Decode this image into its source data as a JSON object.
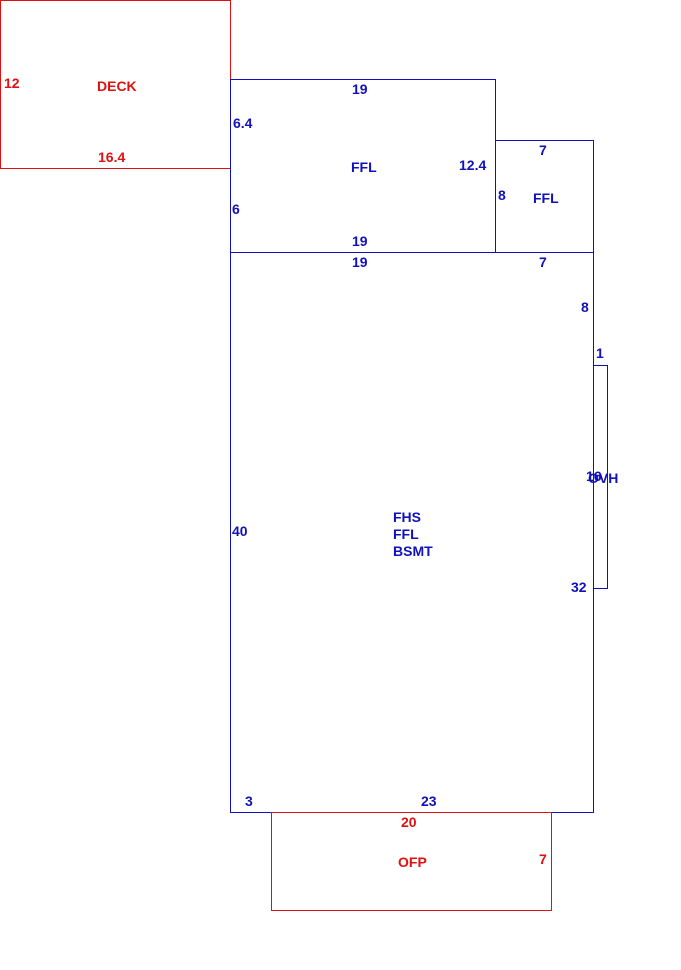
{
  "colors": {
    "primary": "#1111bb",
    "accent": "#dd1111",
    "background": "#ffffff"
  },
  "areas": {
    "deck": {
      "label": "DECK",
      "dims": {
        "left": "12",
        "bottom": "16.4"
      }
    },
    "ffl_upper": {
      "label": "FFL",
      "dims": {
        "top": "19",
        "left_upper": "6.4",
        "left_lower": "6",
        "right": "12.4",
        "bottom": "19"
      }
    },
    "ffl_small": {
      "label": "FFL",
      "dims": {
        "top": "7",
        "left": "8"
      }
    },
    "main": {
      "labels": [
        "FHS",
        "FFL",
        "BSMT"
      ],
      "dims": {
        "top_left": "19",
        "top_right": "7",
        "right_upper": "8",
        "left": "40",
        "right_lower": "32",
        "bottom_left": "3",
        "bottom_right": "23"
      }
    },
    "ovh": {
      "label": "OVH",
      "dims": {
        "top": "1",
        "right": "16"
      }
    },
    "ofp": {
      "label": "OFP",
      "dims": {
        "top": "20",
        "right": "7"
      }
    }
  }
}
